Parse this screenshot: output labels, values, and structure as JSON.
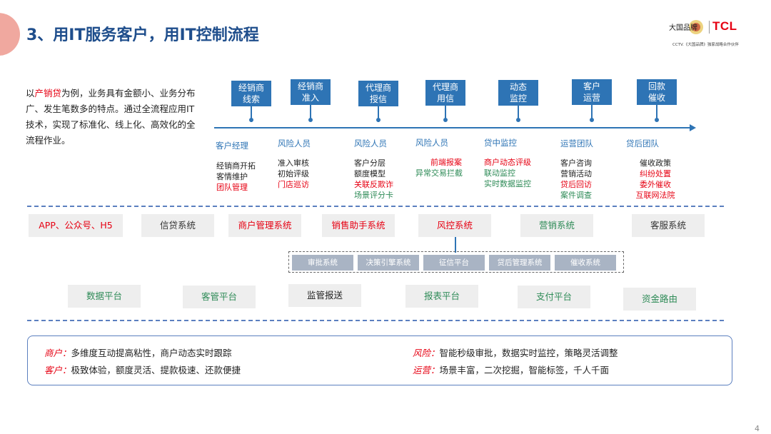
{
  "header": {
    "title": "3、用IT服务客户，用IT控制流程",
    "logo_brand": "TCL",
    "logo_seal_text": "大国品牌",
    "logo_subtitle": "CCTV.《大国品牌》独家战略合作伙伴"
  },
  "intro": {
    "prefix": "以",
    "highlight": "产销贷",
    "rest": "为例，业务具有金额小、业务分布广、发生笔数多的特点。通过全流程应用IT技术，实现了标准化、线上化、高效化的全流程作业。"
  },
  "stages": [
    {
      "line1": "经销商",
      "line2": "线索"
    },
    {
      "line1": "经销商",
      "line2": "准入"
    },
    {
      "line1": "代理商",
      "line2": "授信"
    },
    {
      "line1": "代理商",
      "line2": "用信"
    },
    {
      "line1": "动态",
      "line2": "监控"
    },
    {
      "line1": "客户",
      "line2": "运营"
    },
    {
      "line1": "回款",
      "line2": "催收"
    }
  ],
  "roles": [
    "客户经理",
    "风险人员",
    "风险人员",
    "风险人员",
    "贷中监控",
    "运营团队",
    "贷后团队"
  ],
  "activities": [
    [
      {
        "text": "经销商开拓",
        "color": "dark"
      },
      {
        "text": "客情维护",
        "color": "dark"
      },
      {
        "text": "团队管理",
        "color": "red"
      }
    ],
    [
      {
        "text": "准入审核",
        "color": "dark"
      },
      {
        "text": "初始评级",
        "color": "dark"
      },
      {
        "text": "门店巡访",
        "color": "red"
      }
    ],
    [
      {
        "text": "客户分层",
        "color": "dark"
      },
      {
        "text": "额度模型",
        "color": "dark"
      },
      {
        "text": "关联反欺诈",
        "color": "red"
      },
      {
        "text": "场景评分卡",
        "color": "green"
      }
    ],
    [
      {
        "text": "前端报案",
        "color": "red"
      },
      {
        "text": "异常交易拦截",
        "color": "green"
      }
    ],
    [
      {
        "text": "商户动态评级",
        "color": "red"
      },
      {
        "text": "联动监控",
        "color": "green"
      },
      {
        "text": "实时数据监控",
        "color": "green"
      }
    ],
    [
      {
        "text": "客户咨询",
        "color": "dark"
      },
      {
        "text": "营销活动",
        "color": "dark"
      },
      {
        "text": "贷后回访",
        "color": "red"
      },
      {
        "text": "案件调查",
        "color": "green"
      }
    ],
    [
      {
        "text": "催收政策",
        "color": "dark"
      },
      {
        "text": "纠纷处置",
        "color": "red"
      },
      {
        "text": "委外催收",
        "color": "red"
      },
      {
        "text": "互联网法院",
        "color": "red"
      }
    ]
  ],
  "systems": [
    {
      "label": "APP、公众号、H5",
      "color": "red"
    },
    {
      "label": "信贷系统",
      "color": "dark"
    },
    {
      "label": "商户管理系统",
      "color": "red"
    },
    {
      "label": "销售助手系统",
      "color": "red"
    },
    {
      "label": "风控系统",
      "color": "red"
    },
    {
      "label": "营销系统",
      "color": "green"
    },
    {
      "label": "客服系统",
      "color": "dark"
    }
  ],
  "sub_systems": [
    "审批系统",
    "决策引擎系统",
    "征信平台",
    "贷后管理系统",
    "催收系统"
  ],
  "platforms": [
    {
      "label": "数据平台",
      "color": "green"
    },
    {
      "label": "客管平台",
      "color": "green"
    },
    {
      "label": "监管报送",
      "color": "dark"
    },
    {
      "label": "报表平台",
      "color": "green"
    },
    {
      "label": "支付平台",
      "color": "green"
    },
    {
      "label": "资金路由",
      "color": "green"
    }
  ],
  "summary": {
    "merchant_label": "商户：",
    "merchant_text": "多维度互动提高粘性，商户动态实时跟踪",
    "customer_label": "客户：",
    "customer_text": "极致体验，额度灵活、提款极速、还款便捷",
    "risk_label": "风险：",
    "risk_text": "智能秒级审批，数据实时监控，策略灵活调整",
    "ops_label": "运营：",
    "ops_text": "场景丰富，二次挖掘，智能标签，千人千面"
  },
  "page_number": "4",
  "colors": {
    "primary": "#2e74b5",
    "accent": "#e60012",
    "green": "#2e8b57"
  }
}
